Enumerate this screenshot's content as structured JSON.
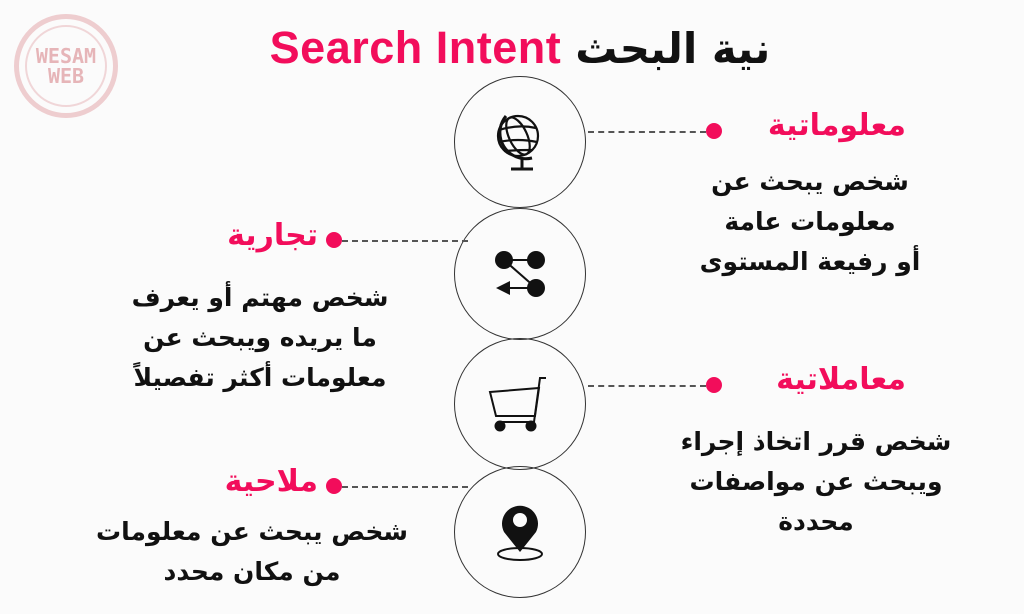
{
  "logo": {
    "line1": "WESAM",
    "line2": "WEB"
  },
  "title": {
    "english": "Search Intent",
    "arabic": "نية البحث"
  },
  "colors": {
    "accent": "#f20d5b",
    "text": "#111111",
    "background": "#fbfbfb"
  },
  "intents": [
    {
      "icon": "globe-icon",
      "side": "right",
      "heading": "معلوماتية",
      "description_lines": [
        "شخص يبحث عن",
        "معلومات عامة",
        "أو رفيعة المستوى"
      ]
    },
    {
      "icon": "share-flow-icon",
      "side": "left",
      "heading": "تجارية",
      "description_lines": [
        "شخص مهتم أو يعرف",
        "ما يريده ويبحث عن",
        "معلومات أكثر تفصيلاً"
      ]
    },
    {
      "icon": "shopping-cart-icon",
      "side": "right",
      "heading": "معاملاتية",
      "description_lines": [
        "شخص قرر اتخاذ إجراء",
        "ويبحث عن مواصفات",
        "محددة"
      ]
    },
    {
      "icon": "location-pin-icon",
      "side": "left",
      "heading": "ملاحية",
      "description_lines": [
        "شخص يبحث عن معلومات",
        "من مكان محدد"
      ]
    }
  ]
}
